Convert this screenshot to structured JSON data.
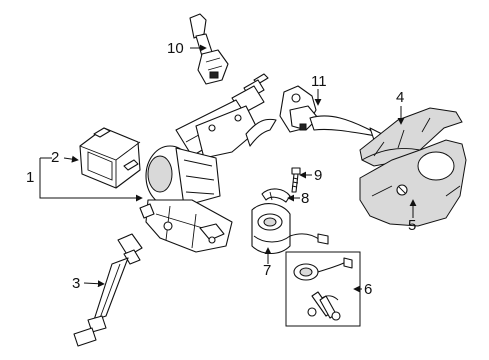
{
  "callouts": [
    "1",
    "2",
    "3",
    "5",
    "6",
    "7",
    "8",
    "9",
    "10",
    "11",
    "4"
  ]
}
